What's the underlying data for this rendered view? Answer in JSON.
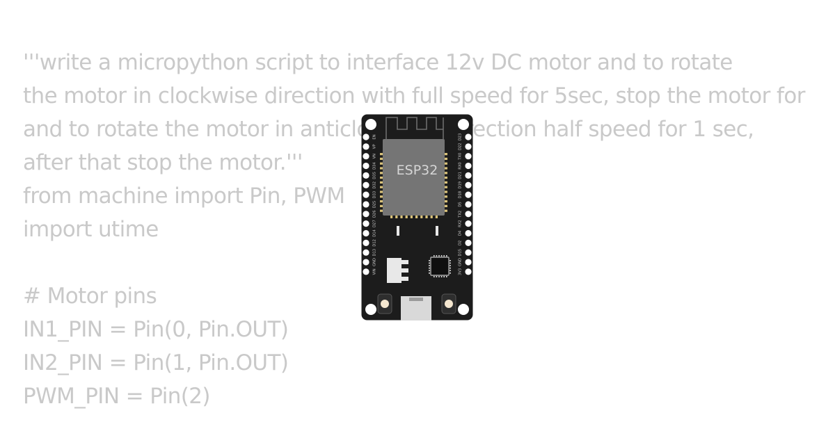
{
  "code": {
    "lines": [
      "'''write a micropython script to interface 12v DC motor and to rotate",
      "the motor in clockwise direction with full speed for 5sec, stop the motor for",
      "and to rotate the motor in anticlockwise direction half speed for 1 sec,",
      "after that stop the motor.'''",
      "from machine import Pin, PWM",
      "import utime",
      "",
      "# Motor pins",
      "IN1_PIN = Pin(0, Pin.OUT)",
      "IN2_PIN = Pin(1, Pin.OUT)",
      "PWM_PIN = Pin(2)"
    ]
  },
  "board": {
    "chip_label": "ESP32",
    "left_pins": [
      "EN",
      "VP",
      "VN",
      "D34",
      "D35",
      "D32",
      "D33",
      "D25",
      "D26",
      "D27",
      "D14",
      "D12",
      "D13",
      "GND",
      "VIN"
    ],
    "right_pins": [
      "D23",
      "D22",
      "TX0",
      "RX0",
      "D21",
      "D19",
      "D18",
      "D5",
      "TX2",
      "RX2",
      "D4",
      "D2",
      "D15",
      "GND",
      "3V3"
    ],
    "colors": {
      "pcb": "#1c1c1c",
      "module": "#757575",
      "pin_hole": "#ffffff",
      "code_text": "#c9c9c9"
    }
  }
}
